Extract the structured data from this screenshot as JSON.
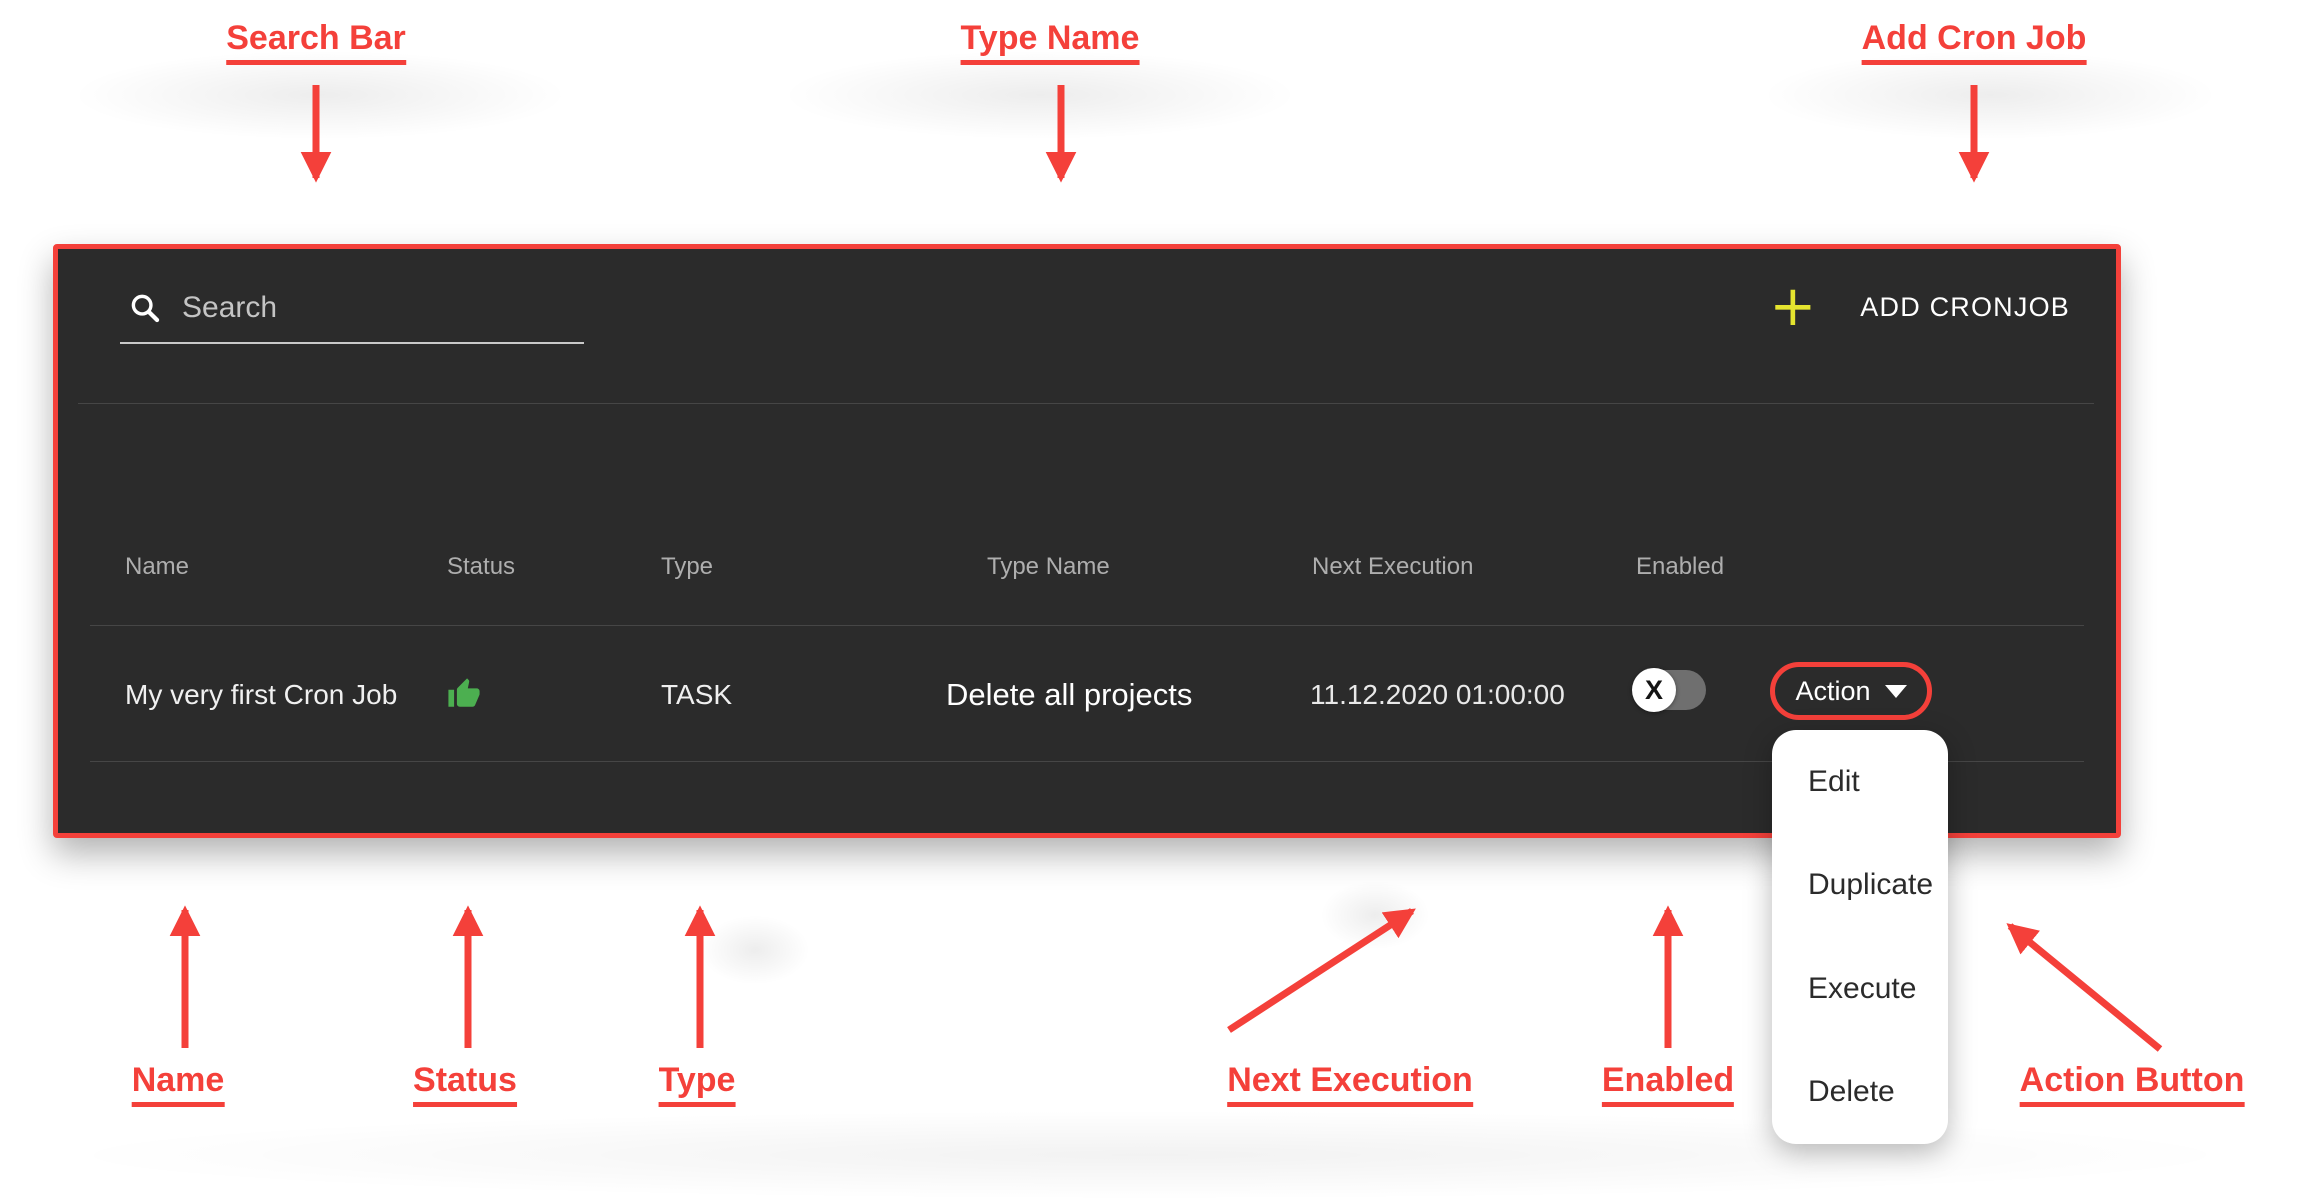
{
  "colors": {
    "annotation_red": "#f4403a",
    "panel_background": "#2b2b2b",
    "plus_yellow": "#e5e42f",
    "status_green": "#4caf50"
  },
  "annotations": {
    "top_labels": [
      "Search Bar",
      "Type Name",
      "Add Cron Job"
    ],
    "bottom_labels": [
      "Name",
      "Status",
      "Type",
      "Next Execution",
      "Enabled",
      "Action Button"
    ]
  },
  "toolbar": {
    "search_placeholder": "Search",
    "add_button_label": "ADD CRONJOB"
  },
  "table": {
    "columns": [
      "Name",
      "Status",
      "Type",
      "Type Name",
      "Next Execution",
      "Enabled"
    ],
    "row": {
      "name": "My very first Cron Job",
      "status_icon": "thumbs-up",
      "type": "TASK",
      "type_name": "Delete all projects",
      "next_execution": "11.12.2020 01:00:00",
      "enabled_state": "off",
      "toggle_glyph": "X",
      "action_label": "Action"
    }
  },
  "action_menu": {
    "items": [
      "Edit",
      "Duplicate",
      "Execute",
      "Delete"
    ]
  }
}
